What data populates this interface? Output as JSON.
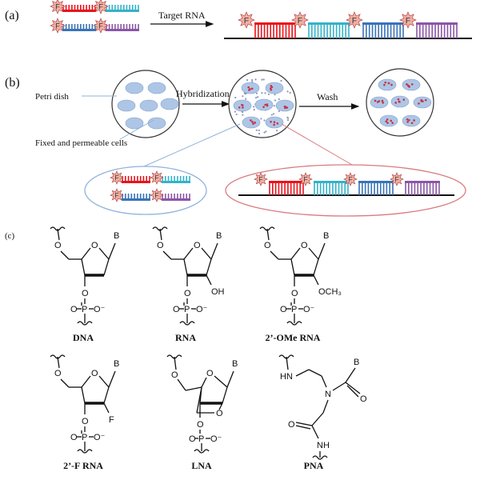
{
  "panels": {
    "a": {
      "label": "(a)",
      "arrow_label": "Target RNA",
      "probe_tag": "F"
    },
    "b": {
      "label": "(b)",
      "petri_dish_label": "Petri dish",
      "cells_label": "Fixed and permeable cells",
      "step1_label": "Hybridization",
      "step2_label": "Wash"
    },
    "c": {
      "label": "(c)",
      "structures": [
        {
          "name": "DNA",
          "base": "B",
          "substituent": ""
        },
        {
          "name": "RNA",
          "base": "B",
          "substituent": "OH"
        },
        {
          "name": "2’-OMe RNA",
          "base": "B",
          "substituent": "OCH3"
        },
        {
          "name": "2’-F RNA",
          "base": "B",
          "substituent": "F"
        },
        {
          "name": "LNA",
          "base": "B",
          "substituent": ""
        },
        {
          "name": "PNA",
          "base": "B",
          "substituent": ""
        }
      ],
      "phosphate_label": "O-P-O⁻",
      "pna_atoms": {
        "hn": "HN",
        "n": "N",
        "nh": "NH",
        "o": "O"
      }
    }
  },
  "colors": {
    "probe_red": "#e8141b",
    "probe_teal": "#35b2c8",
    "probe_blue": "#3a73b8",
    "probe_purple": "#8b56a6",
    "star_fill": "#f3b0a4",
    "star_stroke": "#b34a4a",
    "cell_fill": "#aec6e6",
    "dish_stroke": "#333333",
    "callout_left": "#8fb2db",
    "callout_right": "#d97a80",
    "dot": "#8899bb",
    "red_dot": "#c8334a"
  }
}
